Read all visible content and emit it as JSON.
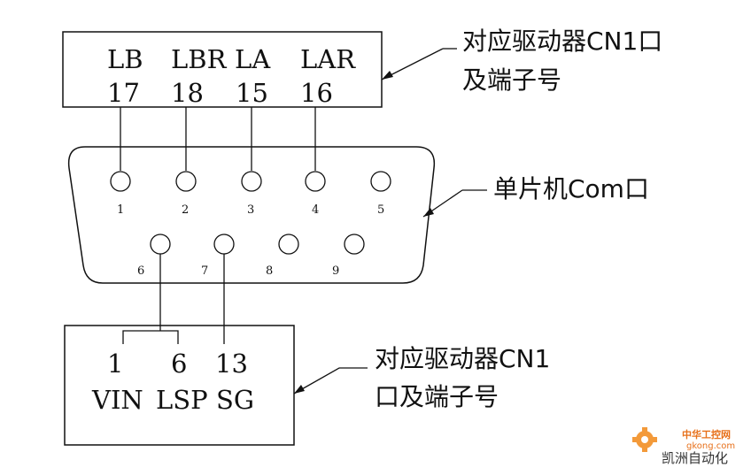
{
  "top_box": {
    "signals": [
      "LB",
      "LBR",
      "LA",
      "LAR"
    ],
    "pins": [
      "17",
      "18",
      "15",
      "16"
    ]
  },
  "top_note": {
    "line1": "对应驱动器CN1口",
    "line2": "及端子号"
  },
  "connector": {
    "pins_top": [
      "1",
      "2",
      "3",
      "4",
      "5"
    ],
    "pins_bottom": [
      "6",
      "7",
      "8",
      "9"
    ]
  },
  "connector_note": "单片机Com口",
  "bottom_box": {
    "pins": [
      "1",
      "6",
      "13"
    ],
    "signals": [
      "VIN",
      "LSP",
      "SG"
    ]
  },
  "bottom_note": {
    "line1": "对应驱动器CN1",
    "line2": "口及端子号"
  },
  "watermark": {
    "site": "中华工控网",
    "url": "gkong.com",
    "company": "凯洲自动化"
  },
  "colors": {
    "line": "#111111",
    "accent": "#e7701a"
  }
}
